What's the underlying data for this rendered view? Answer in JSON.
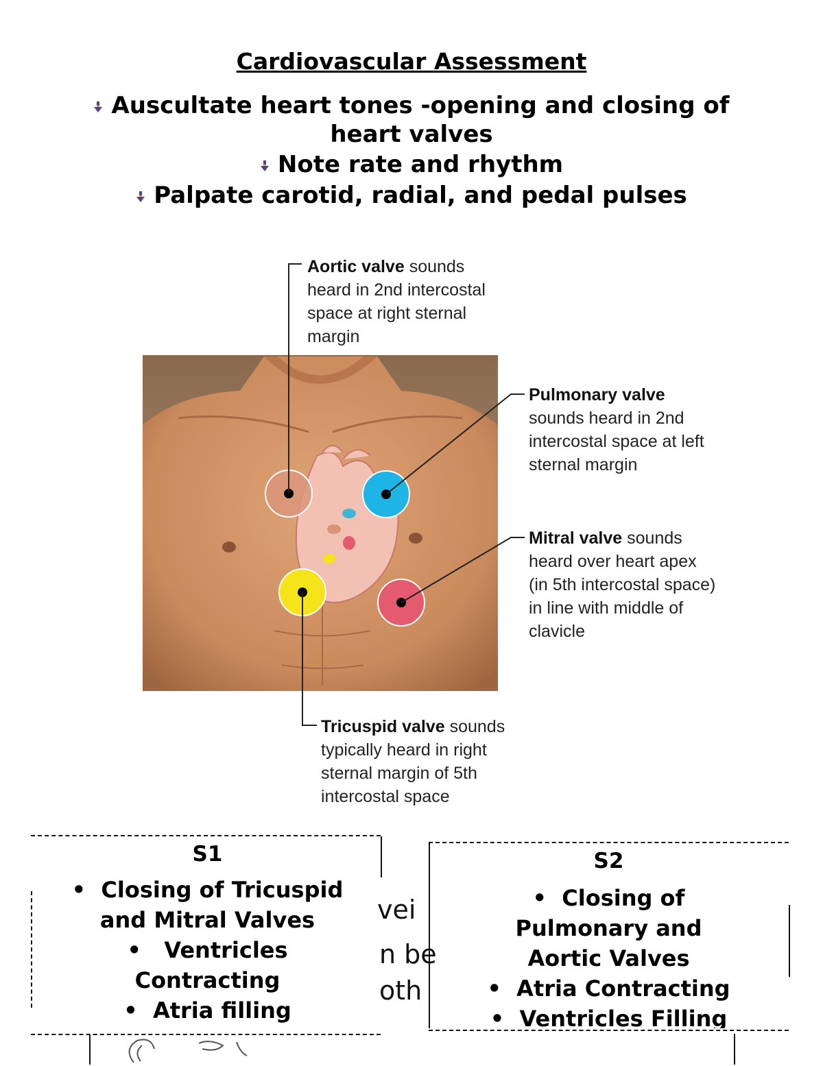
{
  "title": "Cardiovascular Assessment",
  "bullets": [
    "Auscultate heart tones -opening and closing of",
    "heart valves",
    "Note rate and rhythm",
    "Palpate carotid, radial, and pedal pulses"
  ],
  "figure": {
    "aortic_bold": "Aortic valve",
    "aortic_rest": " sounds",
    "aortic_lines": [
      "heard in 2nd intercostal",
      "space at right sternal",
      "margin"
    ],
    "pulmonary_bold": "Pulmonary valve",
    "pulmonary_lines": [
      "sounds heard in 2nd",
      "intercostal space at left",
      "sternal margin"
    ],
    "mitral_bold": "Mitral valve",
    "mitral_rest": " sounds",
    "mitral_lines": [
      "heard over heart apex",
      "(in 5th intercostal space)",
      "in line with middle of",
      "clavicle"
    ],
    "tricuspid_bold": "Tricuspid valve",
    "tricuspid_rest": " sounds",
    "tricuspid_lines": [
      "typically heard in right",
      "sternal margin of 5th",
      "intercostal space"
    ],
    "colors": {
      "aortic": "#d9957a",
      "pulmonary": "#1fb4e6",
      "mitral": "#e45a6e",
      "tricuspid": "#f5e41a",
      "skin": "#c98a5c"
    }
  },
  "s1": {
    "heading": "S1",
    "line1": "Closing of Tricuspid",
    "line2": "and Mitral Valves",
    "line3": "Ventricles",
    "line4": "Contracting",
    "line5": "Atria filling"
  },
  "s2": {
    "heading": "S2",
    "line1": "Closing of",
    "line2": "Pulmonary and",
    "line3": "Aortic Valves",
    "line4": "Atria Contracting",
    "line5": "Ventricles Filling"
  },
  "behind_text": [
    "vei",
    "n be",
    "oth"
  ]
}
